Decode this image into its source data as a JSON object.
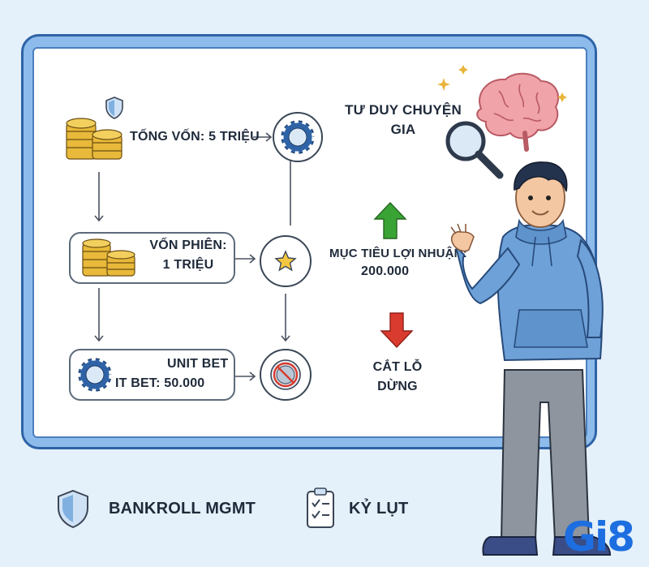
{
  "diagram": {
    "top_label": "TƯ DUY CHUYỆN GIA",
    "bankroll_total": "TỐNG VỐN: 5 TRIỆU",
    "session_capital_line1": "VỐN PHIÊN:",
    "session_capital_line2": "1 TRIỆU",
    "unit_bet_line1": "UNIT BET",
    "unit_bet_line2": "IT BET: 50.000",
    "profit_target_line1": "MỤC TIÊU LỢI NHUẬN:",
    "profit_target_line2": "200.000",
    "stop_loss_line1": "CẮT LỖ",
    "stop_loss_line2": "DỪNG"
  },
  "footer": {
    "bankroll_label": "BANKROLL MGMT",
    "discipline_label": "KỶ LỤT"
  },
  "brand": {
    "logo": "Gi8"
  },
  "colors": {
    "accent": "#2f63a6",
    "up": "#3aa335",
    "down": "#d93b2e",
    "coin": "#e8b93a"
  },
  "icons": [
    "shield-icon",
    "coins-icon",
    "poker-chip-icon",
    "star-icon",
    "no-sign-icon",
    "brain-icon",
    "magnifier-icon",
    "up-arrow-icon",
    "down-arrow-icon",
    "clipboard-icon"
  ]
}
